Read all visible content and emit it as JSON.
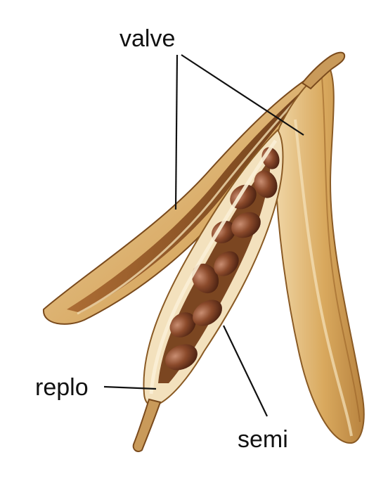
{
  "labels": {
    "valve": "valve",
    "replo": "replo",
    "semi": "semi"
  },
  "colors": {
    "background": "#ffffff",
    "pod_light": "#e6c489",
    "pod_mid": "#cf9d55",
    "pod_dark": "#8a4f1c",
    "pod_inner_shadow": "#6e3510",
    "seed": "#8b4a2b",
    "seed_highlight": "#c98e72",
    "pod_lining": "#f3e1bd",
    "label_text": "#111111"
  },
  "icons": [
    "bean-pod-illustration"
  ]
}
